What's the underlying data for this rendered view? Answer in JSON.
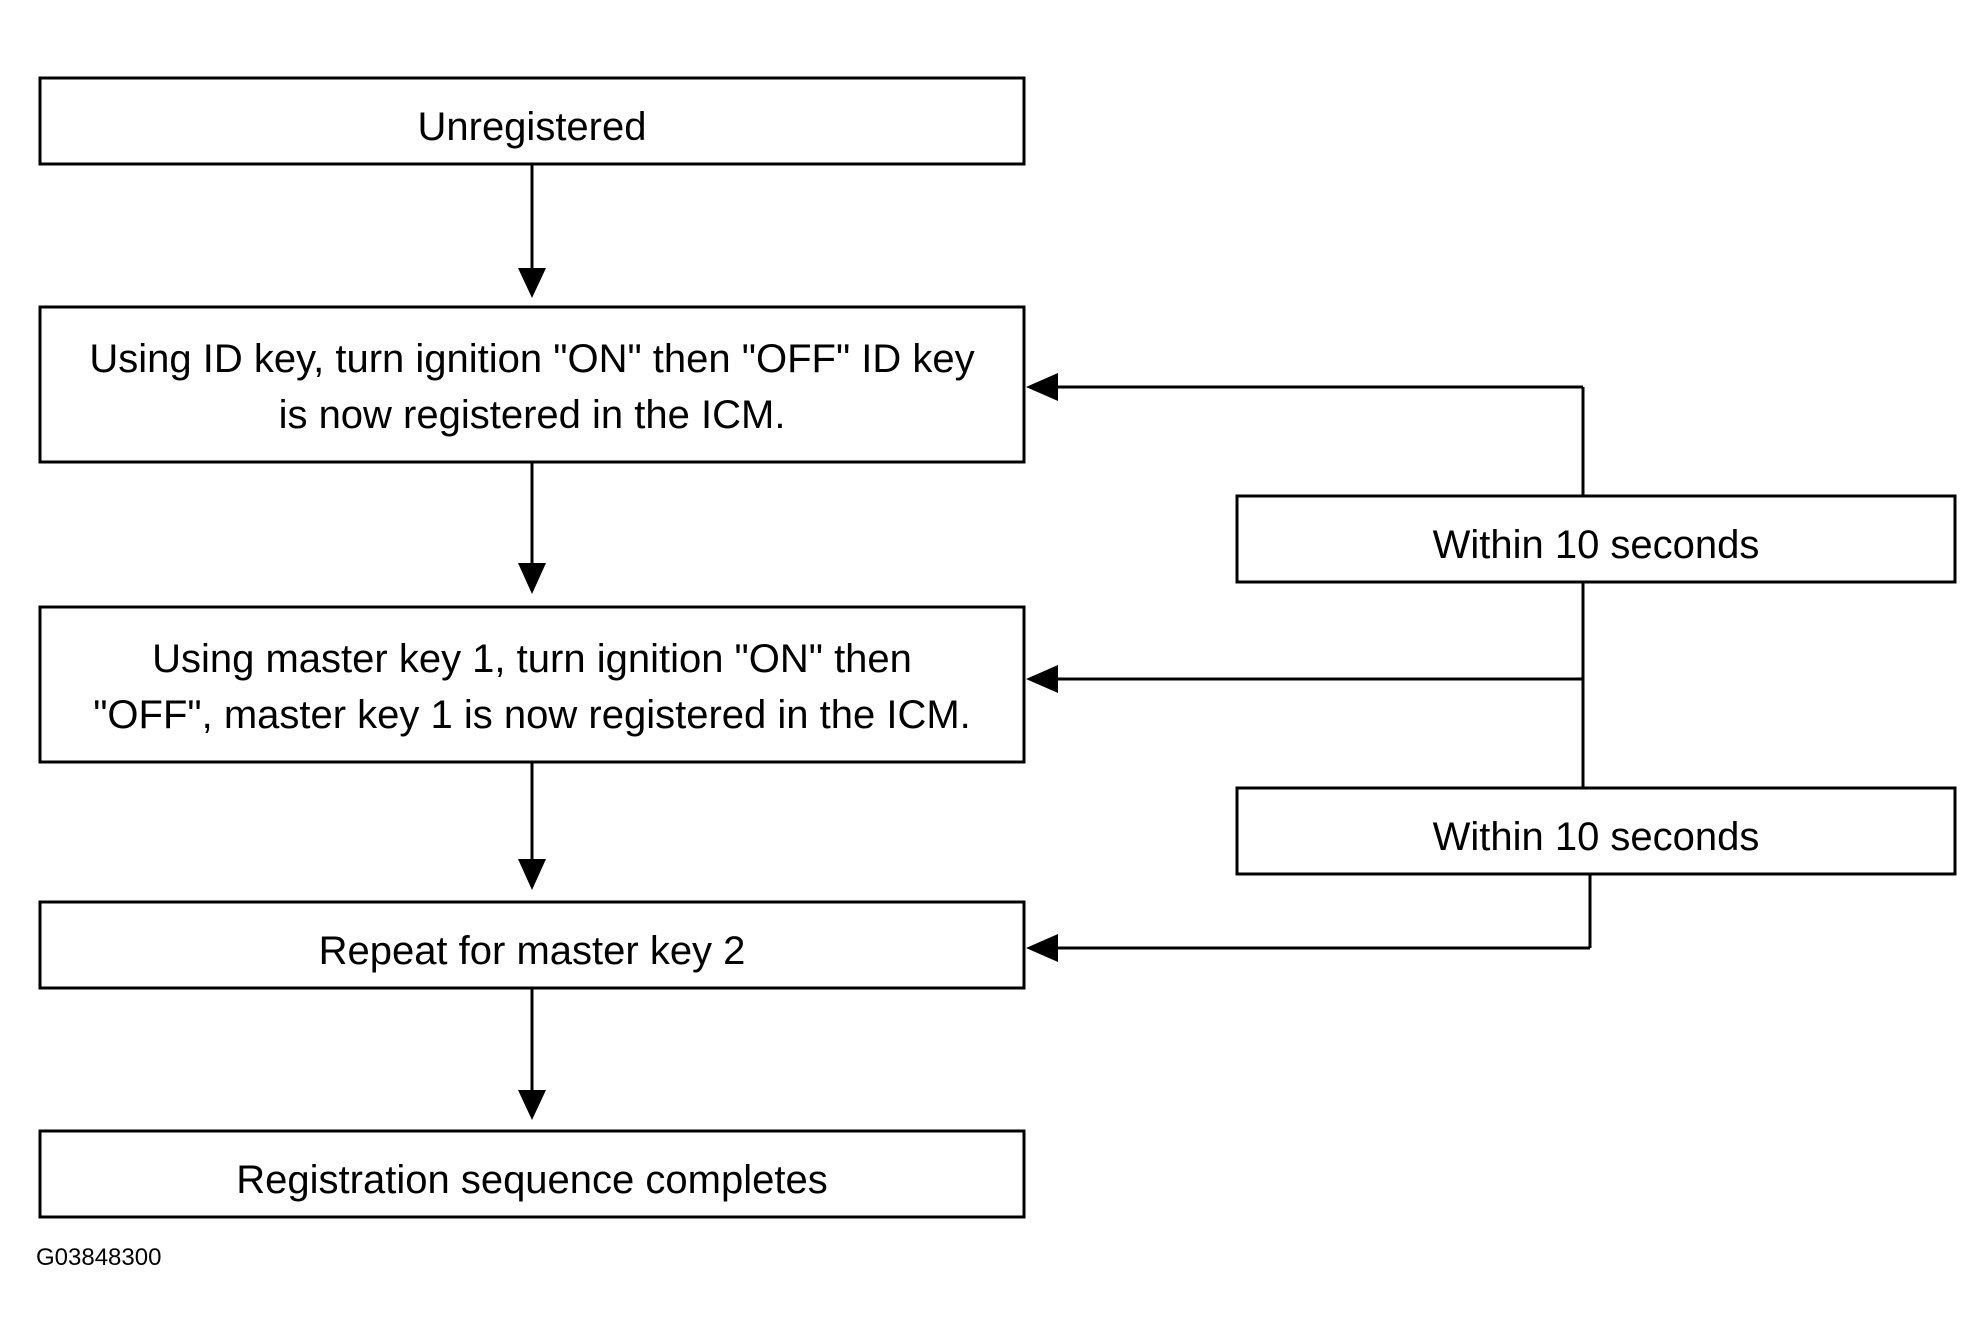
{
  "nodes": {
    "unregistered": {
      "lines": [
        "Unregistered"
      ]
    },
    "id_key": {
      "lines": [
        "Using ID key, turn ignition \"ON\" then \"OFF\" ID key",
        "is now registered in the ICM."
      ]
    },
    "master_key_1": {
      "lines": [
        "Using master key 1, turn ignition \"ON\" then",
        "\"OFF\", master key 1 is now registered in the ICM."
      ]
    },
    "master_key_2": {
      "lines": [
        "Repeat for master key 2"
      ]
    },
    "complete": {
      "lines": [
        "Registration sequence completes"
      ]
    },
    "timer_1": {
      "lines": [
        "Within 10 seconds"
      ]
    },
    "timer_2": {
      "lines": [
        "Within 10 seconds"
      ]
    }
  },
  "figure_code": "G03848300"
}
